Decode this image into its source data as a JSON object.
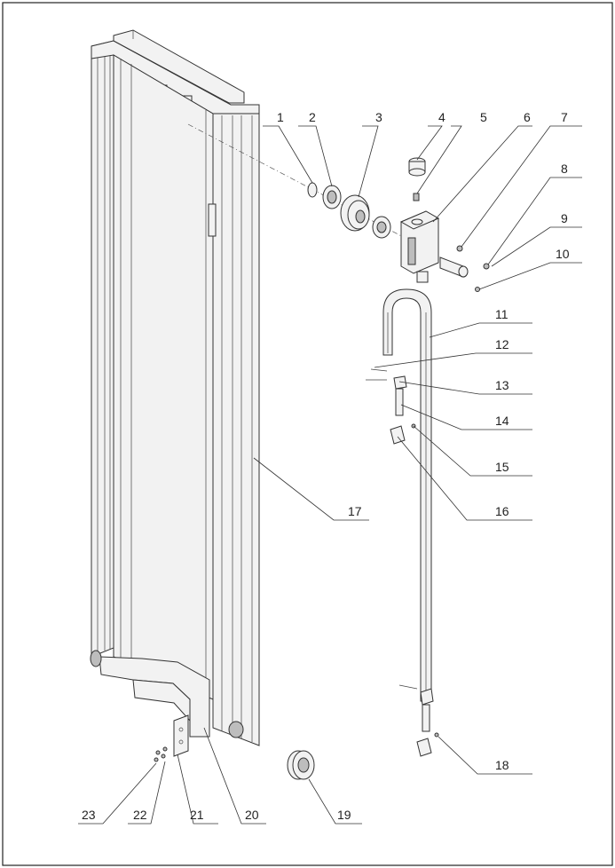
{
  "callouts": [
    {
      "id": "1",
      "text": "1"
    },
    {
      "id": "2",
      "text": "2"
    },
    {
      "id": "3",
      "text": "3"
    },
    {
      "id": "4",
      "text": "4"
    },
    {
      "id": "5",
      "text": "5"
    },
    {
      "id": "6",
      "text": "6"
    },
    {
      "id": "7",
      "text": "7"
    },
    {
      "id": "8",
      "text": "8"
    },
    {
      "id": "9",
      "text": "9"
    },
    {
      "id": "10",
      "text": "10"
    },
    {
      "id": "11",
      "text": "11"
    },
    {
      "id": "12",
      "text": "12"
    },
    {
      "id": "13",
      "text": "13"
    },
    {
      "id": "14",
      "text": "14"
    },
    {
      "id": "15",
      "text": "15"
    },
    {
      "id": "16",
      "text": "16"
    },
    {
      "id": "17",
      "text": "17"
    },
    {
      "id": "18",
      "text": "18"
    },
    {
      "id": "19",
      "text": "19"
    },
    {
      "id": "20",
      "text": "20"
    },
    {
      "id": "21",
      "text": "21"
    },
    {
      "id": "22",
      "text": "22"
    },
    {
      "id": "23",
      "text": "23"
    }
  ],
  "colors": {
    "line": "#333333",
    "background": "#ffffff",
    "frame": "#222222"
  }
}
